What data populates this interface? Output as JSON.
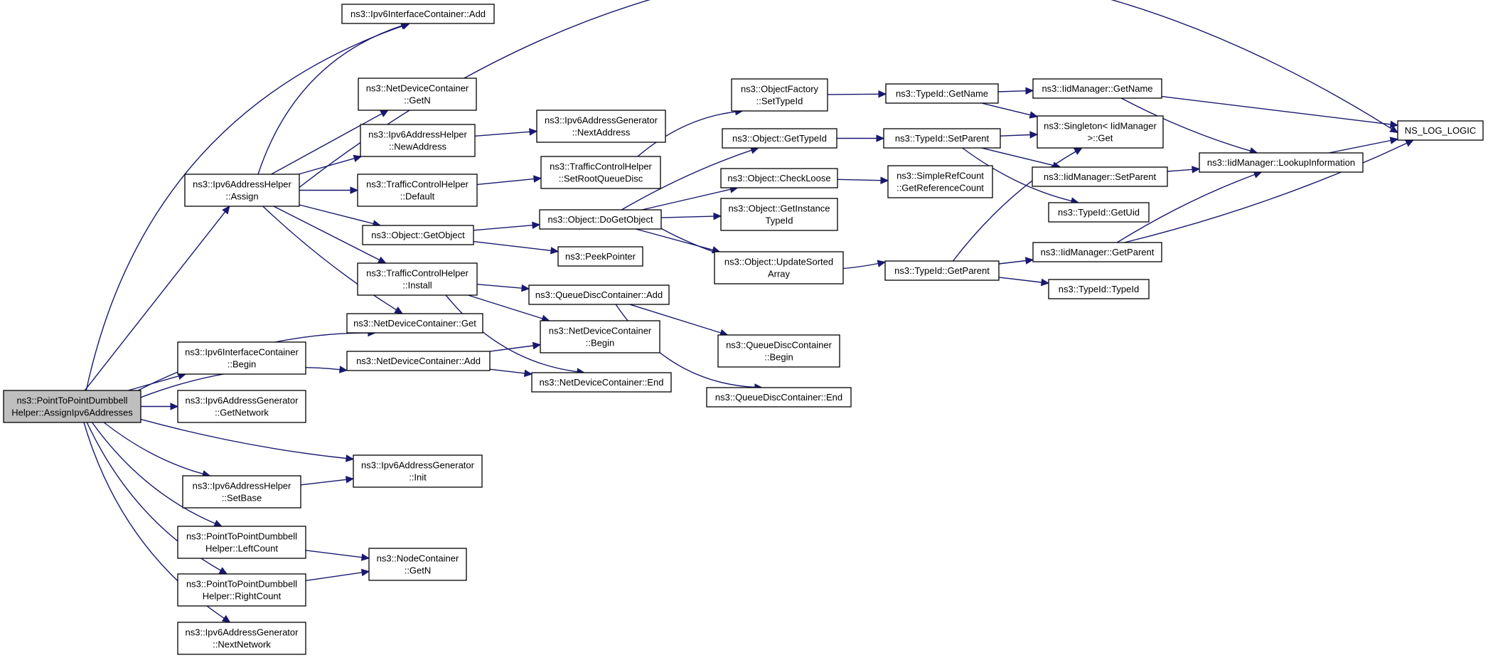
{
  "nodes": {
    "root": [
      "ns3::PointToPointDumbbell",
      "Helper::AssignIpv6Addresses"
    ],
    "ipv6ic_add": [
      "ns3::Ipv6InterfaceContainer::Add"
    ],
    "ndc_getn": [
      "ns3::NetDeviceContainer",
      "::GetN"
    ],
    "ipv6ah_newaddr": [
      "ns3::Ipv6AddressHelper",
      "::NewAddress"
    ],
    "ipv6ag_nextaddr": [
      "ns3::Ipv6AddressGenerator",
      "::NextAddress"
    ],
    "ipv6ah_assign": [
      "ns3::Ipv6AddressHelper",
      "::Assign"
    ],
    "tch_default": [
      "ns3::TrafficControlHelper",
      "::Default"
    ],
    "tch_setroot": [
      "ns3::TrafficControlHelper",
      "::SetRootQueueDisc"
    ],
    "obj_getobject": [
      "ns3::Object::GetObject"
    ],
    "obj_dogetobject": [
      "ns3::Object::DoGetObject"
    ],
    "peekpointer": [
      "ns3::PeekPointer"
    ],
    "tch_install": [
      "ns3::TrafficControlHelper",
      "::Install"
    ],
    "qdc_add": [
      "ns3::QueueDiscContainer::Add"
    ],
    "ndc_get": [
      "ns3::NetDeviceContainer::Get"
    ],
    "ndc_begin": [
      "ns3::NetDeviceContainer",
      "::Begin"
    ],
    "ndc_add": [
      "ns3::NetDeviceContainer::Add"
    ],
    "ndc_end": [
      "ns3::NetDeviceContainer::End"
    ],
    "ipv6ic_begin": [
      "ns3::Ipv6InterfaceContainer",
      "::Begin"
    ],
    "ipv6ag_getnetwork": [
      "ns3::Ipv6AddressGenerator",
      "::GetNetwork"
    ],
    "ipv6ag_init": [
      "ns3::Ipv6AddressGenerator",
      "::Init"
    ],
    "ipv6ah_setbase": [
      "ns3::Ipv6AddressHelper",
      "::SetBase"
    ],
    "p2pd_leftcount": [
      "ns3::PointToPointDumbbell",
      "Helper::LeftCount"
    ],
    "nc_getn": [
      "ns3::NodeContainer",
      "::GetN"
    ],
    "p2pd_rightcount": [
      "ns3::PointToPointDumbbell",
      "Helper::RightCount"
    ],
    "ipv6ag_nextnet": [
      "ns3::Ipv6AddressGenerator",
      "::NextNetwork"
    ],
    "of_settypeid": [
      "ns3::ObjectFactory",
      "::SetTypeId"
    ],
    "obj_gettypeid": [
      "ns3::Object::GetTypeId"
    ],
    "obj_checkloose": [
      "ns3::Object::CheckLoose"
    ],
    "obj_getinstance": [
      "ns3::Object::GetInstance",
      "TypeId"
    ],
    "obj_updatesorted": [
      "ns3::Object::UpdateSorted",
      "Array"
    ],
    "qdc_begin": [
      "ns3::QueueDiscContainer",
      "::Begin"
    ],
    "qdc_end": [
      "ns3::QueueDiscContainer::End"
    ],
    "typeid_getname": [
      "ns3::TypeId::GetName"
    ],
    "typeid_setparent": [
      "ns3::TypeId::SetParent"
    ],
    "src_getref": [
      "ns3::SimpleRefCount",
      "::GetReferenceCount"
    ],
    "typeid_getparent": [
      "ns3::TypeId::GetParent"
    ],
    "typeid_getuid": [
      "ns3::TypeId::GetUid"
    ],
    "typeid_typeid": [
      "ns3::TypeId::TypeId"
    ],
    "iid_getname": [
      "ns3::IidManager::GetName"
    ],
    "singleton_get": [
      "ns3::Singleton< IidManager",
      ">::Get"
    ],
    "iid_setparent": [
      "ns3::IidManager::SetParent"
    ],
    "iid_getparent": [
      "ns3::IidManager::GetParent"
    ],
    "iid_lookup": [
      "ns3::IidManager::LookupInformation"
    ],
    "ns_log_logic": [
      "NS_LOG_LOGIC"
    ]
  },
  "colors": {
    "edge": "#191970",
    "root_fill": "#bfbfbf",
    "node_fill": "#ffffff"
  }
}
